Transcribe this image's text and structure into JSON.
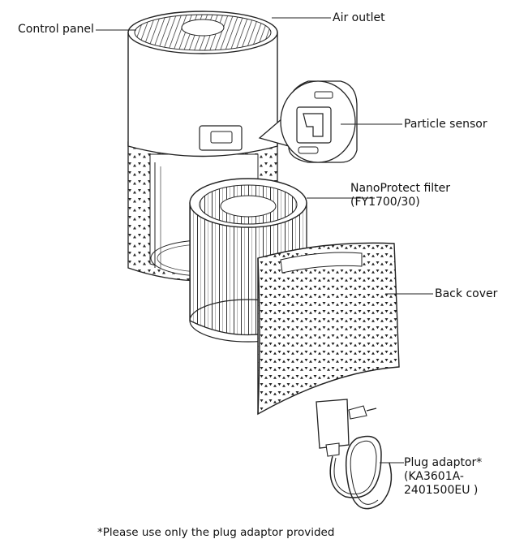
{
  "labels": {
    "control_panel": "Control panel",
    "air_outlet": "Air outlet",
    "particle_sensor": "Particle sensor",
    "filter_line1": "NanoProtect filter",
    "filter_line2": "(FY1700/30)",
    "back_cover": "Back cover",
    "adaptor_line1": "Plug adaptor*",
    "adaptor_line2": "(KA3601A-",
    "adaptor_line3": "2401500EU )"
  },
  "footnote": "*Please use only the plug adaptor provided",
  "colors": {
    "line": "#222222",
    "body": "#ffffff",
    "mesh": "#2a2a2a"
  }
}
